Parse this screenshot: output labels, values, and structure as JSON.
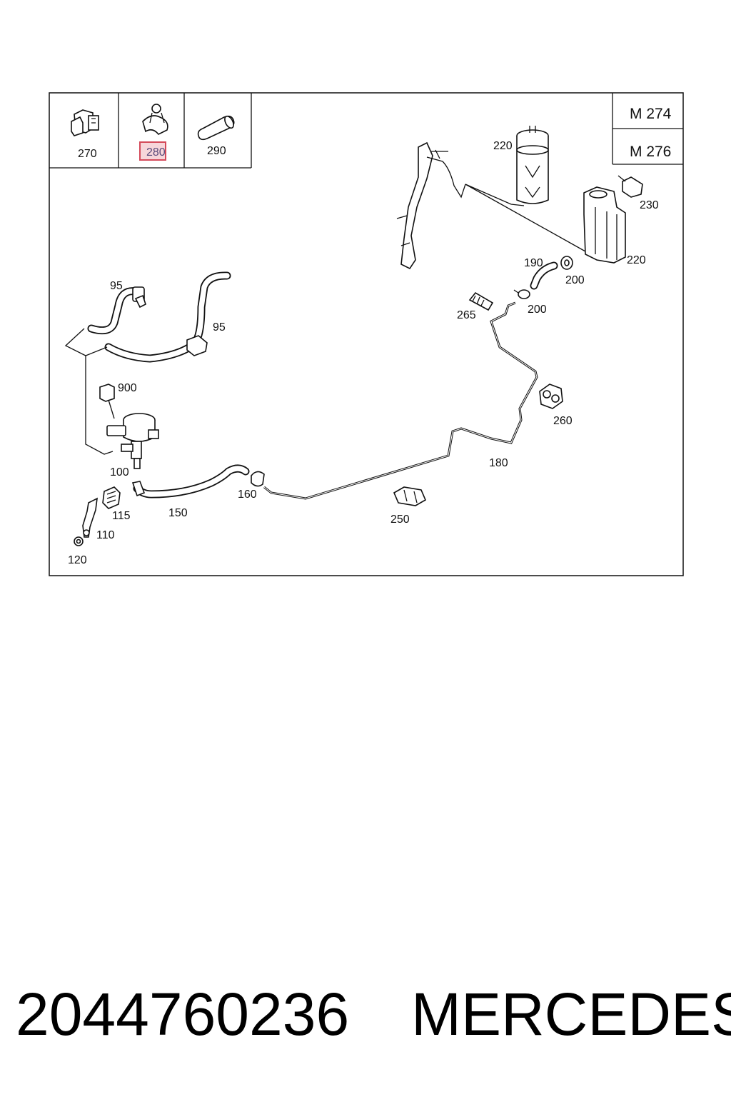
{
  "header": {
    "thumbnails": [
      {
        "label": "270",
        "icon": "clip-holder-icon"
      },
      {
        "label": "280",
        "icon": "hose-clamp-icon",
        "highlighted": true,
        "highlight_color": "#e06a78"
      },
      {
        "label": "290",
        "icon": "hose-sleeve-icon"
      }
    ],
    "variants": [
      "M 274",
      "M 276"
    ]
  },
  "diagram": {
    "callouts": {
      "c95a": "95",
      "c95b": "95",
      "c900": "900",
      "c100": "100",
      "c115": "115",
      "c110": "110",
      "c120": "120",
      "c150": "150",
      "c160": "160",
      "c180": "180",
      "c190": "190",
      "c200a": "200",
      "c200b": "200",
      "c220a": "220",
      "c220b": "220",
      "c230": "230",
      "c250": "250",
      "c260": "260",
      "c265": "265"
    }
  },
  "footer": {
    "part_number": "2044760236",
    "brand": "MERCEDES"
  }
}
